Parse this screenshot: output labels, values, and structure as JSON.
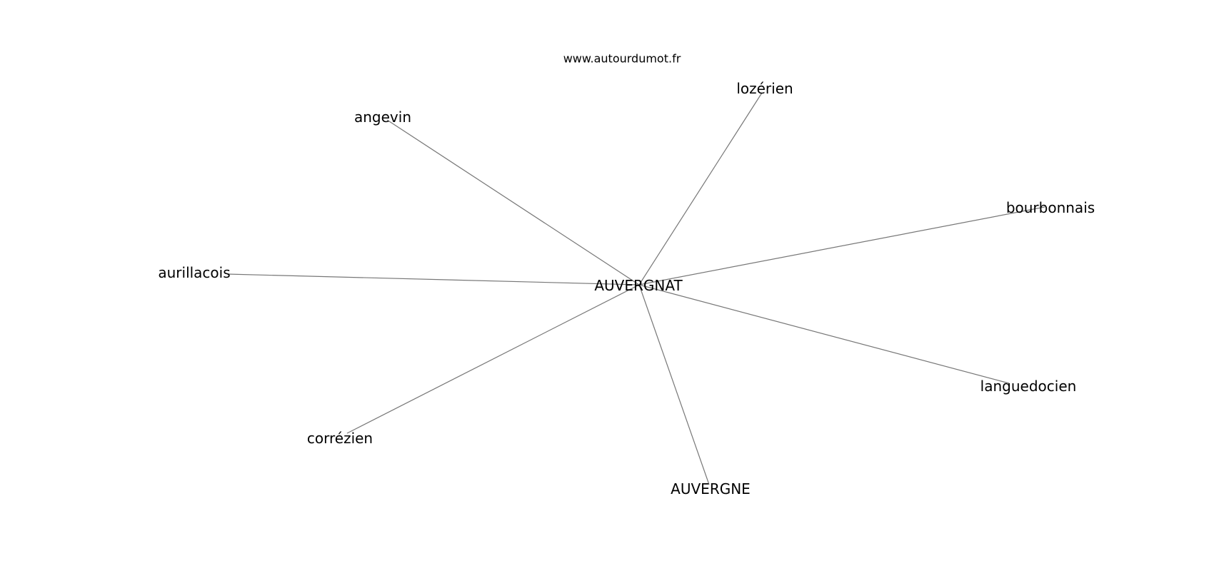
{
  "site": "www.autourdumot.fr",
  "center": {
    "label": "AUVERGNAT"
  },
  "neighbors": [
    {
      "id": "lozerien",
      "label": "lozérien"
    },
    {
      "id": "angevin",
      "label": "angevin"
    },
    {
      "id": "bourbonnais",
      "label": "bourbonnais"
    },
    {
      "id": "aurillacois",
      "label": "aurillacois"
    },
    {
      "id": "languedocien",
      "label": "languedocien"
    },
    {
      "id": "correzien",
      "label": "corrézien"
    },
    {
      "id": "auvergne",
      "label": "AUVERGNE"
    }
  ],
  "colors": {
    "edge": "#777777",
    "text": "#000000",
    "background": "#ffffff"
  }
}
